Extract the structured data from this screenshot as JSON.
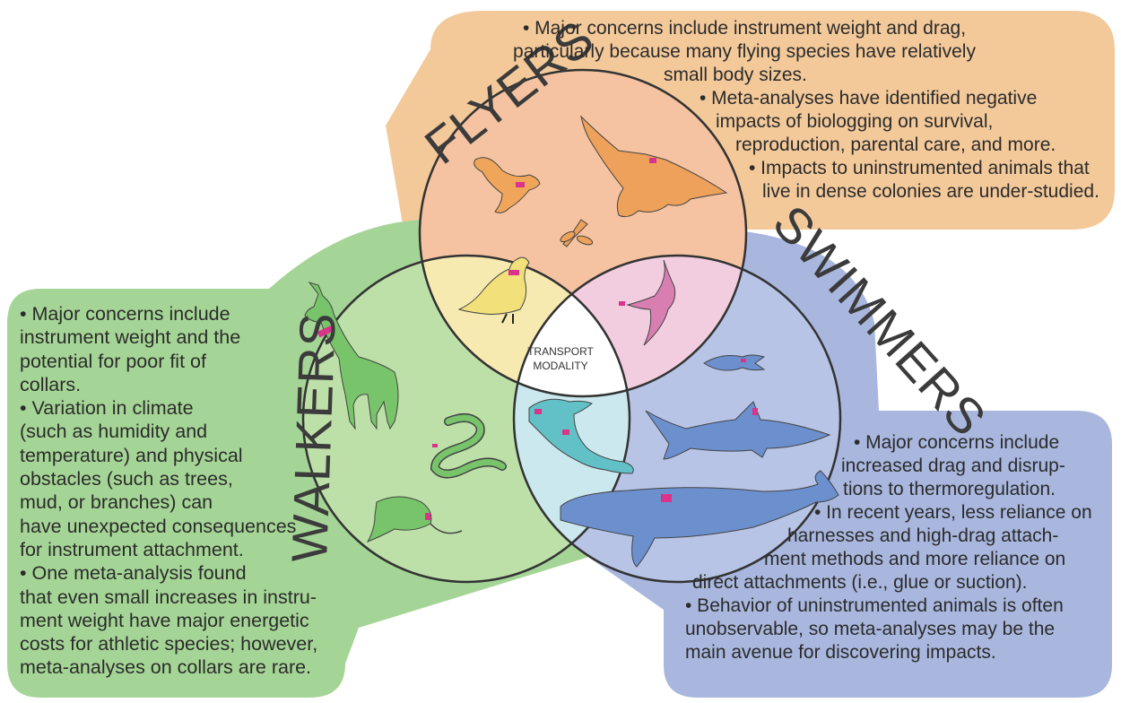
{
  "center_label": {
    "line1": "TRANSPORT",
    "line2": "MODALITY"
  },
  "flyers": {
    "title": "FLYERS",
    "text": [
      "• Major concerns include instrument weight and drag,",
      "particularly because many flying species have relatively",
      "small body sizes.",
      "• Meta-analyses have identified negative",
      "impacts of biologging on survival,",
      "reproduction, parental care, and more.",
      "• Impacts to uninstrumented animals that",
      "live in dense colonies are under-studied."
    ]
  },
  "walkers": {
    "title": "WALKERS",
    "text": [
      "• Major concerns include",
      "instrument weight and the",
      "potential for poor fit of",
      "collars.",
      "• Variation in climate",
      "(such as humidity and",
      "temperature) and physical",
      "obstacles (such as trees,",
      "mud, or branches) can",
      "have unexpected consequences",
      "for instrument attachment.",
      "• One meta-analysis found",
      "that even small increases in instru-",
      "ment weight have major energetic",
      "costs for athletic species; however,",
      "meta-analyses on collars are rare."
    ]
  },
  "swimmers": {
    "title": "SWIMMERS",
    "text": [
      "• Major concerns include",
      "increased drag and disrup-",
      "tions to thermoregulation.",
      "• In recent years, less reliance on",
      "harnesses and high-drag attach-",
      "ment methods and more reliance on",
      "direct attachments (i.e., glue or suction).",
      "• Behavior of uninstrumented animals is often",
      "unobservable, so meta-analyses may be the",
      "main avenue for discovering impacts."
    ]
  },
  "colors": {
    "flyers_panel": "#f3c99a",
    "flyers_circle": "#f5c3a1",
    "walkers_panel": "#a5d596",
    "walkers_circle": "#bde0a8",
    "swimmers_panel": "#a9b7de",
    "swimmers_circle": "#b7c4e6",
    "flyers_walkers": "#f7eab0",
    "flyers_swimmers": "#f2cde0",
    "walkers_swimmers": "#cbe8ef",
    "center": "#ffffff",
    "tag": "#d9338a",
    "bird": "#f0a65a",
    "bat": "#eda15a",
    "dragonfly": "#eda15a",
    "pigeon": "#f2e07a",
    "albatross": "#d97eb0",
    "deer": "#77c46a",
    "snake": "#77c46a",
    "rodent": "#77c46a",
    "sea_lion": "#62c1c6",
    "small_fish": "#6c8fce",
    "shark": "#6c8fce",
    "whale": "#6c8fce"
  },
  "icons": [
    "bird-icon",
    "bat-icon",
    "dragonfly-icon",
    "pigeon-icon",
    "albatross-icon",
    "deer-icon",
    "snake-icon",
    "rodent-icon",
    "sea-lion-icon",
    "small-fish-icon",
    "shark-icon",
    "whale-icon"
  ]
}
